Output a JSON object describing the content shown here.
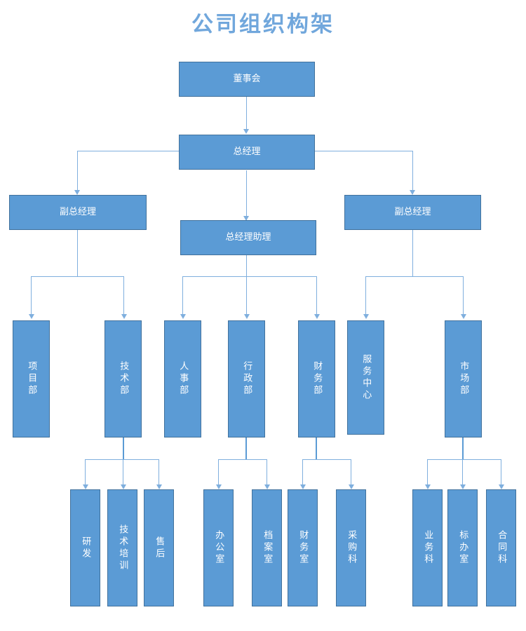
{
  "title": "公司组织构架",
  "theme": {
    "box_fill": "#5B9BD5",
    "box_border": "#41719C",
    "connector": "#7FAFDE",
    "title_color": "#71A7DC",
    "background": "#FFFFFF",
    "label_color": "#FFFFFF"
  },
  "chart_data": {
    "type": "diagram",
    "diagram_type": "org-chart",
    "title": "公司组织构架",
    "orientation": "top-down",
    "levels": 5,
    "nodes": [
      {
        "id": "board",
        "label": "董事会",
        "level": 0,
        "orientation": "horizontal"
      },
      {
        "id": "gm",
        "label": "总经理",
        "level": 1,
        "orientation": "horizontal"
      },
      {
        "id": "dgm-left",
        "label": "副总经理",
        "level": 2,
        "orientation": "horizontal"
      },
      {
        "id": "gm-assistant",
        "label": "总经理助理",
        "level": 2,
        "orientation": "horizontal"
      },
      {
        "id": "dgm-right",
        "label": "副总经理",
        "level": 2,
        "orientation": "horizontal"
      },
      {
        "id": "project",
        "label": "项目部",
        "level": 3,
        "orientation": "vertical"
      },
      {
        "id": "tech",
        "label": "技术部",
        "level": 3,
        "orientation": "vertical"
      },
      {
        "id": "hr",
        "label": "人事部",
        "level": 3,
        "orientation": "vertical"
      },
      {
        "id": "admin",
        "label": "行政部",
        "level": 3,
        "orientation": "vertical"
      },
      {
        "id": "finance",
        "label": "财务部",
        "level": 3,
        "orientation": "vertical"
      },
      {
        "id": "service",
        "label": "服务中心",
        "level": 3,
        "orientation": "vertical"
      },
      {
        "id": "market",
        "label": "市场部",
        "level": 3,
        "orientation": "vertical"
      },
      {
        "id": "rd",
        "label": "研发",
        "level": 4,
        "orientation": "vertical"
      },
      {
        "id": "tech-train",
        "label": "技术培训",
        "level": 4,
        "orientation": "vertical"
      },
      {
        "id": "aftersales",
        "label": "售后",
        "level": 4,
        "orientation": "vertical"
      },
      {
        "id": "office",
        "label": "办公室",
        "level": 4,
        "orientation": "vertical"
      },
      {
        "id": "archive",
        "label": "档案室",
        "level": 4,
        "orientation": "vertical"
      },
      {
        "id": "finance-room",
        "label": "财务室",
        "level": 4,
        "orientation": "vertical"
      },
      {
        "id": "purchase",
        "label": "采购科",
        "level": 4,
        "orientation": "vertical"
      },
      {
        "id": "business",
        "label": "业务科",
        "level": 4,
        "orientation": "vertical"
      },
      {
        "id": "bid-office",
        "label": "标办室",
        "level": 4,
        "orientation": "vertical"
      },
      {
        "id": "contract",
        "label": "合同科",
        "level": 4,
        "orientation": "vertical"
      }
    ],
    "edges": [
      {
        "from": "board",
        "to": "gm"
      },
      {
        "from": "gm",
        "to": "dgm-left"
      },
      {
        "from": "gm",
        "to": "gm-assistant"
      },
      {
        "from": "gm",
        "to": "dgm-right"
      },
      {
        "from": "dgm-left",
        "to": "project"
      },
      {
        "from": "dgm-left",
        "to": "tech"
      },
      {
        "from": "gm-assistant",
        "to": "hr"
      },
      {
        "from": "gm-assistant",
        "to": "admin"
      },
      {
        "from": "gm-assistant",
        "to": "finance"
      },
      {
        "from": "dgm-right",
        "to": "service"
      },
      {
        "from": "dgm-right",
        "to": "market"
      },
      {
        "from": "tech",
        "to": "rd"
      },
      {
        "from": "tech",
        "to": "tech-train"
      },
      {
        "from": "tech",
        "to": "aftersales"
      },
      {
        "from": "admin",
        "to": "office"
      },
      {
        "from": "admin",
        "to": "archive"
      },
      {
        "from": "finance",
        "to": "finance-room"
      },
      {
        "from": "finance",
        "to": "purchase"
      },
      {
        "from": "market",
        "to": "business"
      },
      {
        "from": "market",
        "to": "bid-office"
      },
      {
        "from": "market",
        "to": "contract"
      }
    ]
  }
}
